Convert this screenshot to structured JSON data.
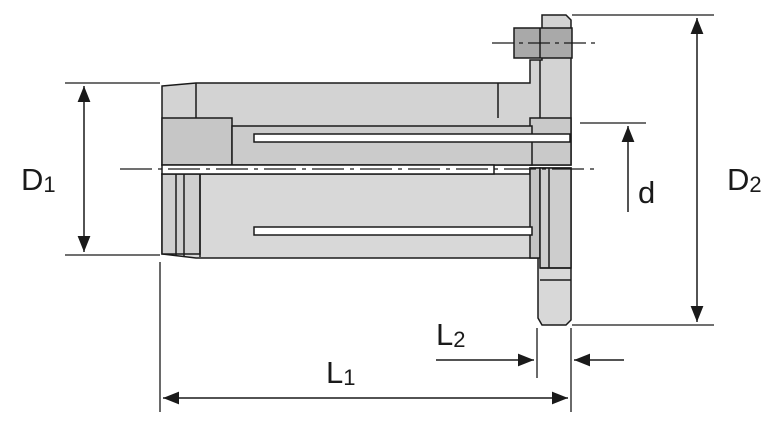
{
  "diagram": {
    "colors": {
      "background": "#ffffff",
      "part_fill": "#d3d3d3",
      "part_fill_dark": "#bdbdbd",
      "part_fill_light": "#e2e2e2",
      "outline": "#1a1a1a",
      "slot_fill": "#ffffff",
      "dimension_line": "#1a1a1a"
    },
    "labels": {
      "D1": {
        "main": "D",
        "sub": "1"
      },
      "D2": {
        "main": "D",
        "sub": "2"
      },
      "d": {
        "main": "d",
        "sub": ""
      },
      "L1": {
        "main": "L",
        "sub": "1"
      },
      "L2": {
        "main": "L",
        "sub": "2"
      }
    }
  }
}
